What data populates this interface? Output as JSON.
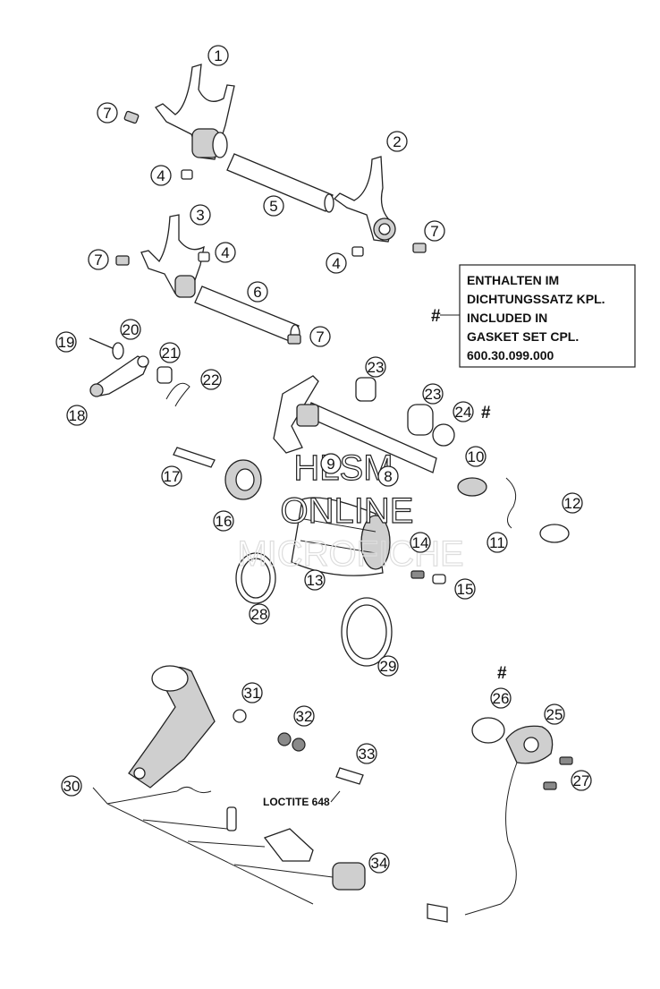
{
  "diagram": {
    "callouts": [
      {
        "id": "c1",
        "label": "1"
      },
      {
        "id": "c2",
        "label": "2"
      },
      {
        "id": "c3",
        "label": "3"
      },
      {
        "id": "c4a",
        "label": "4"
      },
      {
        "id": "c4b",
        "label": "4"
      },
      {
        "id": "c4c",
        "label": "4"
      },
      {
        "id": "c5",
        "label": "5"
      },
      {
        "id": "c6",
        "label": "6"
      },
      {
        "id": "c7a",
        "label": "7"
      },
      {
        "id": "c7b",
        "label": "7"
      },
      {
        "id": "c7c",
        "label": "7"
      },
      {
        "id": "c7d",
        "label": "7"
      },
      {
        "id": "c8",
        "label": "8"
      },
      {
        "id": "c9",
        "label": "9"
      },
      {
        "id": "c10",
        "label": "10"
      },
      {
        "id": "c11",
        "label": "11"
      },
      {
        "id": "c12",
        "label": "12"
      },
      {
        "id": "c13",
        "label": "13"
      },
      {
        "id": "c14",
        "label": "14"
      },
      {
        "id": "c15",
        "label": "15"
      },
      {
        "id": "c16",
        "label": "16"
      },
      {
        "id": "c17",
        "label": "17"
      },
      {
        "id": "c18",
        "label": "18"
      },
      {
        "id": "c19",
        "label": "19"
      },
      {
        "id": "c20",
        "label": "20"
      },
      {
        "id": "c21",
        "label": "21"
      },
      {
        "id": "c22",
        "label": "22"
      },
      {
        "id": "c23a",
        "label": "23"
      },
      {
        "id": "c23b",
        "label": "23"
      },
      {
        "id": "c24",
        "label": "24"
      },
      {
        "id": "c25",
        "label": "25"
      },
      {
        "id": "c26",
        "label": "26"
      },
      {
        "id": "c27",
        "label": "27"
      },
      {
        "id": "c28",
        "label": "28"
      },
      {
        "id": "c29",
        "label": "29"
      },
      {
        "id": "c30",
        "label": "30"
      },
      {
        "id": "c31",
        "label": "31"
      },
      {
        "id": "c32",
        "label": "32"
      },
      {
        "id": "c33",
        "label": "33"
      },
      {
        "id": "c34",
        "label": "34"
      }
    ],
    "gasket_note": {
      "lines": [
        "ENTHALTEN IM",
        "DICHTUNGSSATZ KPL.",
        "INCLUDED IN",
        "GASKET SET CPL.",
        "600.30.099.000"
      ],
      "symbol": "#"
    },
    "hash_marks": [
      "#",
      "#"
    ],
    "loctite_label": "LOCTITE 648",
    "watermark": {
      "line1": "HLSM",
      "line2": "ONLINE",
      "line3": "MICROFICHE"
    }
  }
}
